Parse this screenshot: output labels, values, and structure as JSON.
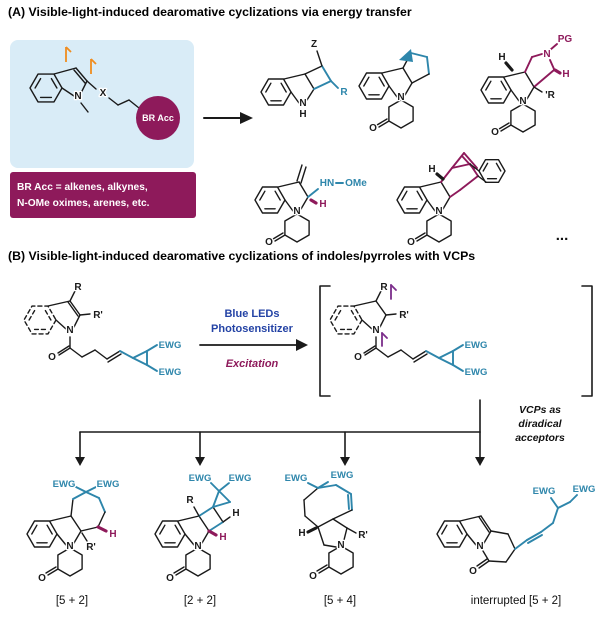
{
  "colors": {
    "teal": "#2e86ab",
    "magenta": "#8e1a5b",
    "blue_text": "#2443a5",
    "orange": "#ef8c1f",
    "purple": "#7b2d8b",
    "panel_bg": "#d9ecf7"
  },
  "panel_a": {
    "title": "(A) Visible-light-induced dearomative cyclizations via energy transfer",
    "substrate": {
      "n": "N",
      "x": "X",
      "br_acc": "BR Acc"
    },
    "legend": {
      "l1": "BR Acc = alkenes, alkynes,",
      "l2": "N-OMe oximes, arenes, etc."
    },
    "p1": {
      "z": "Z",
      "r": "R",
      "n": "N",
      "h": "H"
    },
    "p2": {
      "n": "N",
      "o": "O"
    },
    "p3": {
      "h1": "H",
      "n1": "N",
      "pg": "PG",
      "h2": "H",
      "r": "'R",
      "n2": "N",
      "o": "O"
    },
    "p4": {
      "hn": "HN",
      "ome": "OMe",
      "h": "H",
      "n": "N",
      "o": "O"
    },
    "p5": {
      "h": "H",
      "n": "N",
      "o": "O"
    },
    "more": "..."
  },
  "panel_b": {
    "title": "(B) Visible-light-induced dearomative cyclizations of indoles/pyrroles with VCPs",
    "substrate": {
      "r": "R",
      "rp": "R'",
      "n": "N",
      "o": "O",
      "ewg1": "EWG",
      "ewg2": "EWG"
    },
    "conditions": {
      "line1": "Blue LEDs",
      "line2": "Photosensitizer",
      "line3": "Excitation"
    },
    "intermediate": {
      "r": "R",
      "rp": "R'",
      "n": "N",
      "o": "O",
      "ewg1": "EWG",
      "ewg2": "EWG"
    },
    "note": {
      "line1": "VCPs as",
      "line2": "diradical",
      "line3": "acceptors"
    },
    "p52": {
      "ewg1": "EWG",
      "ewg2": "EWG",
      "h": "H",
      "rp": "R'",
      "n": "N",
      "o": "O",
      "label": "[5 + 2]"
    },
    "p22": {
      "ewg1": "EWG",
      "ewg2": "EWG",
      "r": "R",
      "h1": "H",
      "h2": "H",
      "n": "N",
      "o": "O",
      "label": "[2 + 2]"
    },
    "p54": {
      "ewg1": "EWG",
      "ewg2": "EWG",
      "h": "H",
      "rp": "R'",
      "n": "N",
      "o": "O",
      "label": "[5 + 4]"
    },
    "pint": {
      "ewg1": "EWG",
      "ewg2": "EWG",
      "n": "N",
      "o": "O",
      "label": "interrupted [5 + 2]"
    }
  }
}
